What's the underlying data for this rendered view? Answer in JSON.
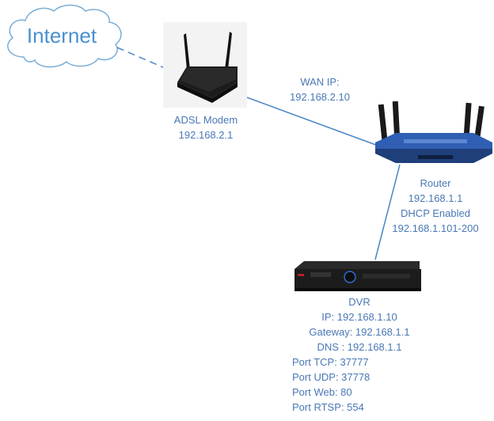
{
  "internet": {
    "label": "Internet"
  },
  "modem": {
    "name": "ADSL Modem",
    "ip": "192.168.2.1"
  },
  "wan": {
    "label": "WAN IP:",
    "ip": "192.168.2.10"
  },
  "router": {
    "name": "Router",
    "ip": "192.168.1.1",
    "dhcp": "DHCP Enabled",
    "range": "192.168.1.101-200"
  },
  "dvr": {
    "name": "DVR",
    "ip": "IP: 192.168.1.10",
    "gateway": "Gateway: 192.168.1.1",
    "dns": "DNS : 192.168.1.1",
    "ports": [
      "Port TCP: 37777",
      "Port UDP: 37778",
      "Port Web: 80",
      "Port RTSP: 554"
    ]
  },
  "colors": {
    "text": "#4a78b5",
    "cloud_stroke": "#7aaed6",
    "cloud_text": "#4a90d0",
    "link_line": "#4a86c5",
    "router_body": "#2f5fb3",
    "device_dark": "#1c1c1c"
  }
}
